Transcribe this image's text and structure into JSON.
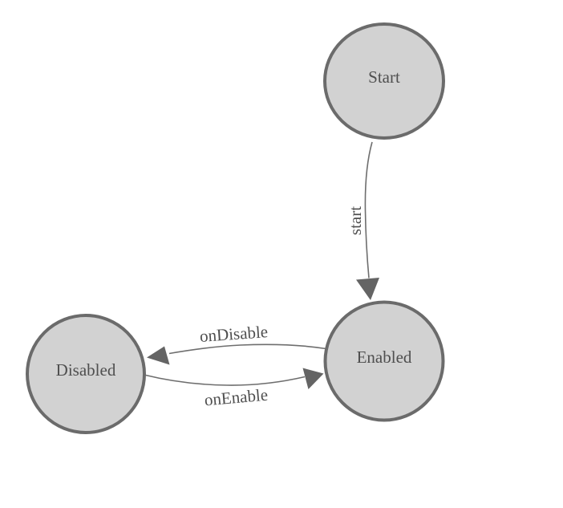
{
  "diagram": {
    "kind": "state-machine",
    "colors": {
      "background": "#ffffff",
      "node_fill": "#d2d2d2",
      "node_stroke": "#6b6b6b",
      "edge_stroke": "#6e6e6e",
      "arrow_fill": "#646464",
      "text": "#4f4f4f"
    },
    "nodes": [
      {
        "id": "start",
        "label": "Start"
      },
      {
        "id": "enabled",
        "label": "Enabled"
      },
      {
        "id": "disabled",
        "label": "Disabled"
      }
    ],
    "edges": [
      {
        "from": "start",
        "to": "enabled",
        "label": "start"
      },
      {
        "from": "enabled",
        "to": "disabled",
        "label": "onDisable"
      },
      {
        "from": "disabled",
        "to": "enabled",
        "label": "onEnable"
      }
    ]
  }
}
